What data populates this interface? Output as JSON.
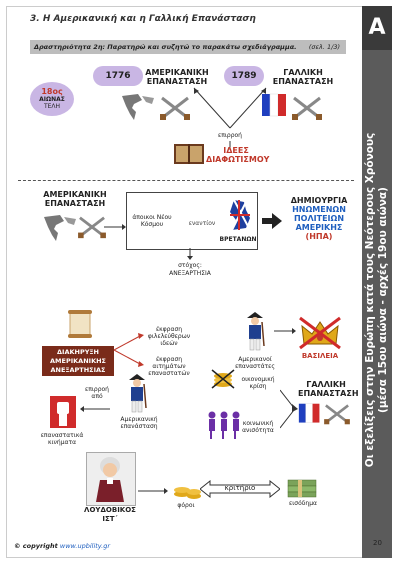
{
  "header": {
    "title": "3. Η Αμερικανική και η Γαλλική Επανάσταση",
    "activity": "Δραστηριότητα 2η: Παρατηρώ και συζητώ το παρακάτω σχεδιάγραμμα.",
    "page_ref": "(σελ. 1/3)"
  },
  "sidebar": {
    "tab_letter": "Α",
    "line1": "Οι εξελίξεις στην Ευρώπη κατά τους Νεότερους Χρόνους",
    "line2": "(μέσα 15ου αιώνα - αρχές 19ου αιώνα)"
  },
  "section1": {
    "century": "18ος",
    "century_sub": "ΑΙΩΝΑΣ",
    "century_end": "ΤΕΛΗ",
    "year1": "1776",
    "rev1_line1": "ΑΜΕΡΙΚΑΝΙΚΗ",
    "rev1_line2": "ΕΠΑΝΑΣΤΑΣΗ",
    "year2": "1789",
    "rev2_line1": "ΓΑΛΛΙΚΗ",
    "rev2_line2": "ΕΠΑΝΑΣΤΑΣΗ",
    "influence": "επιρροή",
    "ideas_line1": "ΙΔΕΕΣ",
    "ideas_line2": "ΔΙΑΦΩΤΙΣΜΟΥ"
  },
  "section2": {
    "rev_line1": "ΑΜΕΡΙΚΑΝΙΚΗ",
    "rev_line2": "ΕΠΑΝΑΣΤΑΣΗ",
    "settlers_line1": "άποικοι Νέου",
    "settlers_line2": "Κόσμου",
    "against": "εναντίον",
    "britain": "ΒΡΕΤΑΝΩΝ",
    "goal_label": "στόχος:",
    "goal": "ΑΝΕΞΑΡΤΗΣΙΑ",
    "creation": "ΔΗΜΙΟΥΡΓΙΑ",
    "usa_line1": "ΗΝΩΜΕΝΩΝ",
    "usa_line2": "ΠΟΛΙΤΕΙΩΝ",
    "usa_line3": "ΑΜΕΡΙΚΗΣ",
    "usa_abbr": "(ΗΠΑ)"
  },
  "section3": {
    "declaration_line1": "ΔΙΑΚΗΡΥΞΗ",
    "declaration_line2": "ΑΜΕΡΙΚΑΝΙΚΗΣ",
    "declaration_line3": "ΑΝΕΞΑΡΤΗΣΙΑΣ",
    "expr1_line1": "έκφραση",
    "expr1_line2": "φιλελεύθερων",
    "expr1_line3": "ιδεών",
    "expr2_line1": "έκφραση",
    "expr2_line2": "αιτημάτων",
    "expr2_line3": "επαναστατών",
    "revolutionaries_line1": "Αμερικανοί",
    "revolutionaries_line2": "επαναστάτες",
    "monarchy": "ΒΑΣΙΛΕΙΑ"
  },
  "section4": {
    "movements_line1": "επαναστατικά",
    "movements_line2": "κινήματα",
    "influence_line1": "επιρροή",
    "influence_line2": "από",
    "american_rev_line1": "Αμερικανική",
    "american_rev_line2": "επανάσταση",
    "economic_line1": "οικονομική",
    "economic_line2": "κρίση",
    "social_line1": "κοινωνική",
    "social_line2": "ανισότητα",
    "french_line1": "ΓΑΛΛΙΚΗ",
    "french_line2": "ΕΠΑΝΑΣΤΑΣΗ"
  },
  "section5": {
    "king_line1": "ΛΟΥΔΟΒΙΚΟΣ",
    "king_line2": "ΙΣΤ΄",
    "taxes": "φόροι",
    "criterion": "κριτήριο",
    "income": "εισόδημα"
  },
  "footer": {
    "copyright": "© copyright",
    "site": "www.upbility.gr",
    "page_number": "20"
  },
  "colors": {
    "sidebar": "#5b5b5b",
    "red": "#c0392b",
    "blue": "#1f5fbf",
    "purple_circle": "#c9b6e4"
  }
}
